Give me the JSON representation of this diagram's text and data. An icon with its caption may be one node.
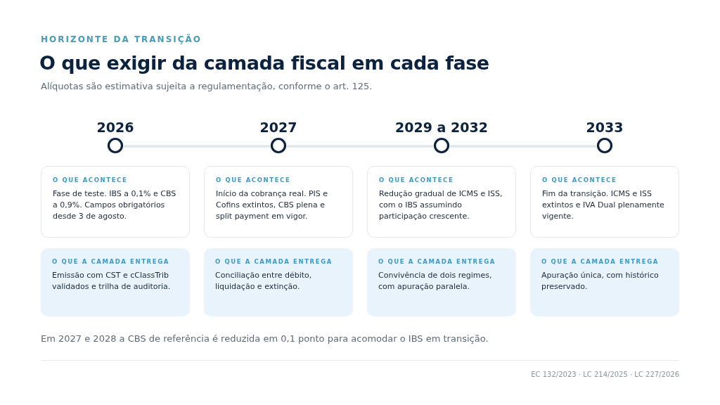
{
  "diagram": {
    "title": "O que exigir da camada fiscal em cada fase",
    "nodes": [
      {
        "text": [
          "2026"
        ]
      },
      {
        "text": [
          "2027"
        ]
      },
      {
        "text": [
          "2029 a 2032"
        ]
      },
      {
        "text": [
          "2033"
        ]
      },
      {
        "text": [
          "O QUE ACONTECE",
          "Fase de teste. IBS a 0,1% e CBS a 0,9%. Campos obrigatórios desde 3 de agosto."
        ]
      },
      {
        "text": [
          "O QUE ACONTECE",
          "Início da cobrança real. PIS e Cofins extintos, CBS plena e split payment em vigor."
        ]
      },
      {
        "text": [
          "O QUE ACONTECE",
          "Redução gradual de ICMS e ISS, com o IBS assumindo participação crescente."
        ]
      },
      {
        "text": [
          "O QUE ACONTECE",
          "Fim da transição. ICMS e ISS extintos e IVA Dual plenamente vigente."
        ]
      },
      {
        "text": [
          "O QUE A CAMADA ENTREGA",
          "Emissão com CST e cClassTrib validados e trilha de auditoria."
        ]
      },
      {
        "text": [
          "O QUE A CAMADA ENTREGA",
          "Conciliação entre débito, liquidação e extinção."
        ]
      },
      {
        "text": [
          "O QUE A CAMADA ENTREGA",
          "Convivência de dois regimes, com apuração paralela."
        ]
      },
      {
        "text": [
          "O QUE A CAMADA ENTREGA",
          "Apuração única, com histórico preservado."
        ]
      }
    ],
    "edges": [
      {
        "from": 0,
        "to": 1,
        "arrow": "none"
      },
      {
        "from": 1,
        "to": 2,
        "arrow": "none"
      },
      {
        "from": 2,
        "to": 3,
        "arrow": "none"
      }
    ],
    "labels": [
      "HORIZONTE DA TRANSIÇÃO",
      "Alíquotas são estimativa sujeita a regulamentação, conforme o art. 125.",
      "Em 2027 e 2028 a CBS de referência é reduzida em 0,1 ponto para acomodar o IBS em transição.",
      "EC 132/2023 · LC 214/2025 · LC 227/2026"
    ]
  }
}
